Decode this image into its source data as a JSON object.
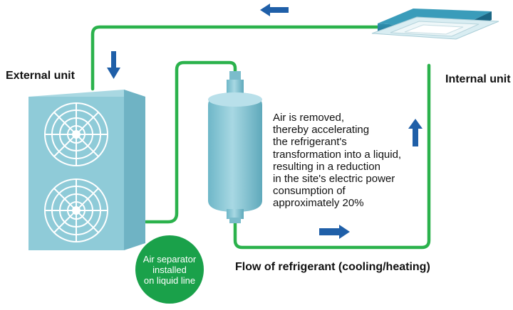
{
  "labels": {
    "external_unit": "External unit",
    "internal_unit": "Internal unit",
    "flow": "Flow of refrigerant (cooling/heating)"
  },
  "description": [
    "Air is removed,",
    "thereby accelerating",
    "the refrigerant's",
    "transformation into a liquid,",
    "resulting in a reduction",
    "in the site's electric power",
    "consumption of",
    "approximately 20%"
  ],
  "separator_note": [
    "Air separator",
    "installed",
    "on liquid line"
  ],
  "icons": {
    "external_unit": "outdoor-ac-unit-icon",
    "internal_unit": "ceiling-cassette-unit-icon",
    "separator": "air-separator-cylinder-icon",
    "arrows": "flow-arrow-icon"
  },
  "colors": {
    "pipe": "#2bb24c",
    "arrow": "#1f5fa8",
    "unit_front": "#8fcbd8",
    "unit_side": "#6fb3c4",
    "cylinder": "#8ccad7",
    "note_badge": "#1aa14a"
  }
}
